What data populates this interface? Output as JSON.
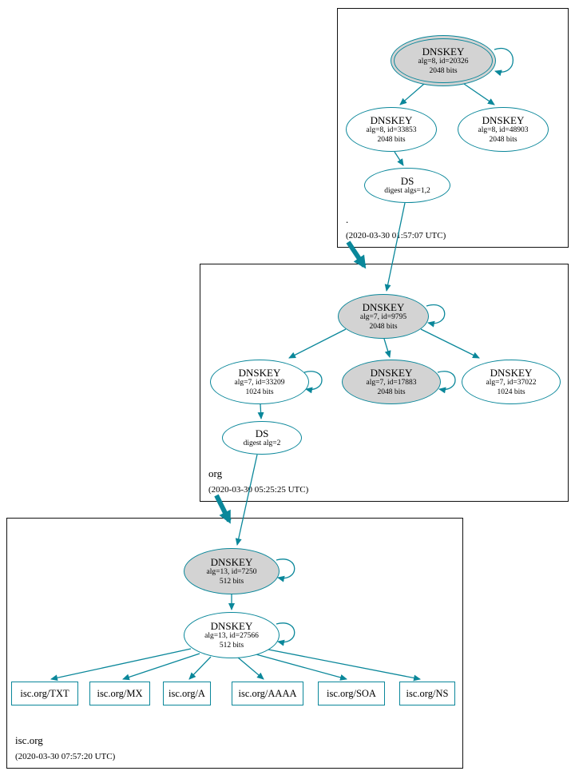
{
  "colors": {
    "edge": "#0a879a",
    "ksk_fill": "#d3d3d3"
  },
  "zones": {
    "root": {
      "name": ".",
      "timestamp": "(2020-03-30 01:57:07 UTC)"
    },
    "org": {
      "name": "org",
      "timestamp": "(2020-03-30 05:25:25 UTC)"
    },
    "isc": {
      "name": "isc.org",
      "timestamp": "(2020-03-30 07:57:20 UTC)"
    }
  },
  "nodes": {
    "root_ksk": {
      "title": "DNSKEY",
      "line2": "alg=8, id=20326",
      "line3": "2048 bits"
    },
    "root_zsk": {
      "title": "DNSKEY",
      "line2": "alg=8, id=33853",
      "line3": "2048 bits"
    },
    "root_k48903": {
      "title": "DNSKEY",
      "line2": "alg=8, id=48903",
      "line3": "2048 bits"
    },
    "root_ds": {
      "title": "DS",
      "line2": "digest algs=1,2"
    },
    "org_k9795": {
      "title": "DNSKEY",
      "line2": "alg=7, id=9795",
      "line3": "2048 bits"
    },
    "org_k33209": {
      "title": "DNSKEY",
      "line2": "alg=7, id=33209",
      "line3": "1024 bits"
    },
    "org_k17883": {
      "title": "DNSKEY",
      "line2": "alg=7, id=17883",
      "line3": "2048 bits"
    },
    "org_k37022": {
      "title": "DNSKEY",
      "line2": "alg=7, id=37022",
      "line3": "1024 bits"
    },
    "org_ds": {
      "title": "DS",
      "line2": "digest alg=2"
    },
    "isc_k7250": {
      "title": "DNSKEY",
      "line2": "alg=13, id=7250",
      "line3": "512 bits"
    },
    "isc_k27566": {
      "title": "DNSKEY",
      "line2": "alg=13, id=27566",
      "line3": "512 bits"
    }
  },
  "records": {
    "txt": "isc.org/TXT",
    "mx": "isc.org/MX",
    "a": "isc.org/A",
    "aaaa": "isc.org/AAAA",
    "soa": "isc.org/SOA",
    "ns": "isc.org/NS"
  }
}
